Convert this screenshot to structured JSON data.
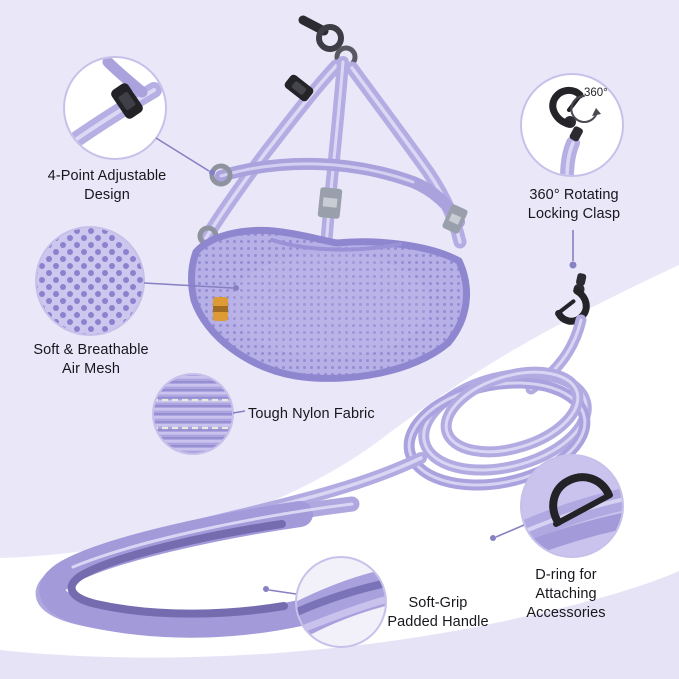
{
  "palette": {
    "background": "#eae7f8",
    "swoosh": "#ffffff",
    "bottom_wave": "#e7e3f6",
    "product_lavender": "#b2abe2",
    "mesh_fill": "#b7b0e7",
    "hardware_black": "#232328",
    "label_text": "#17171d",
    "leader_line": "#8680c4",
    "tag_orange": "#dd9b36"
  },
  "callouts": {
    "adjustable": {
      "label": "4-Point Adjustable\nDesign",
      "detail": "strap-adjuster-closeup"
    },
    "mesh": {
      "label": "Soft & Breathable\nAir Mesh",
      "detail": "air-mesh-closeup"
    },
    "nylon": {
      "label": "Tough Nylon Fabric",
      "detail": "nylon-strap-closeup"
    },
    "clasp": {
      "label": "360° Rotating\nLocking Clasp",
      "badge": "360°",
      "detail": "rotating-locking-clasp-closeup"
    },
    "dring": {
      "label": "D-ring for Attaching\nAccessories",
      "detail": "d-ring-closeup"
    },
    "handle": {
      "label": "Soft-Grip\nPadded Handle",
      "detail": "padded-handle-closeup"
    }
  }
}
